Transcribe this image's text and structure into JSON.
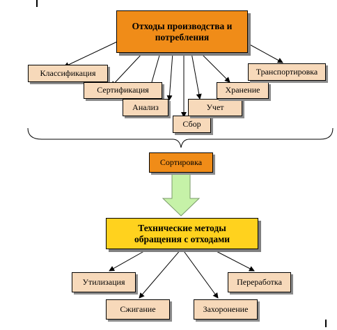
{
  "title": "Отходы производства и потребления",
  "top_categories": {
    "classification": "Классификация",
    "certification": "Сертификация",
    "analysis": "Анализ",
    "collection": "Сбор",
    "accounting": "Учет",
    "storage": "Хранение",
    "transportation": "Транспортировка"
  },
  "sorting": "Сортировка",
  "methods_title": "Технические методы обращения с отходами",
  "methods": {
    "utilization": "Утилизация",
    "processing": "Переработка",
    "incineration": "Сжигание",
    "burial": "Захоронение"
  },
  "colors": {
    "main_orange": "#f08c18",
    "peach": "#f7d9ba",
    "yellow": "#ffd21e",
    "arrow_green": "#c6f2a8"
  }
}
